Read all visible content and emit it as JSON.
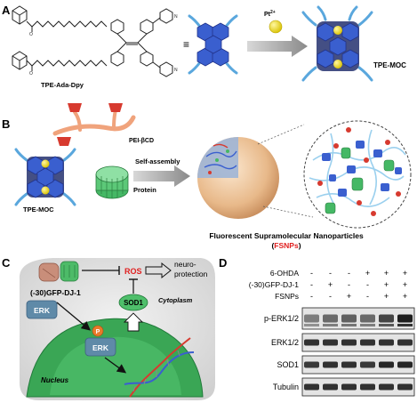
{
  "panels": {
    "a": {
      "letter": "A",
      "molecule_name": "TPE-Ada-Dpy",
      "equiv": "≡",
      "metal": "Pt",
      "metal_charge": "2+",
      "product": "TPE-MOC"
    },
    "b": {
      "letter": "B",
      "polymer": "PEI-βCD",
      "arrow_label": "Self-assembly",
      "moc_label": "TPE-MOC",
      "protein_label": "Protein",
      "np_title": "Fluorescent Supramolecular Nanoparticles",
      "np_abbr": "FSNPs",
      "np_abbr_color": "#e02020"
    },
    "c": {
      "letter": "C",
      "protein": "(-30)GFP-DJ-1",
      "ros": "ROS",
      "ros_color": "#e02020",
      "outcome_1": "neuro-",
      "outcome_2": "protection",
      "sod1": "SOD1",
      "cytoplasm": "Cytoplasm",
      "erk": "ERK",
      "phospho": "P",
      "phospho_color": "#e87a2a",
      "nucleus": "Nucleus"
    },
    "d": {
      "letter": "D",
      "conditions": [
        {
          "label": "6-OHDA",
          "signs": [
            "-",
            "-",
            "-",
            "+",
            "+",
            "+"
          ]
        },
        {
          "label": "(-30)GFP-DJ-1",
          "signs": [
            "-",
            "+",
            "-",
            "-",
            "+",
            "+"
          ]
        },
        {
          "label": "FSNPs",
          "signs": [
            "-",
            "-",
            "+",
            "-",
            "+",
            "+"
          ]
        }
      ],
      "blots": [
        {
          "label": "p-ERK1/2",
          "intensity": [
            0.45,
            0.55,
            0.6,
            0.55,
            0.75,
            0.95
          ]
        },
        {
          "label": "ERK1/2",
          "intensity": [
            0.85,
            0.85,
            0.85,
            0.85,
            0.85,
            0.85
          ]
        },
        {
          "label": "SOD1",
          "intensity": [
            0.8,
            0.85,
            0.85,
            0.8,
            0.9,
            0.9
          ]
        },
        {
          "label": "Tubulin",
          "intensity": [
            0.85,
            0.85,
            0.85,
            0.85,
            0.85,
            0.85
          ]
        }
      ]
    }
  }
}
